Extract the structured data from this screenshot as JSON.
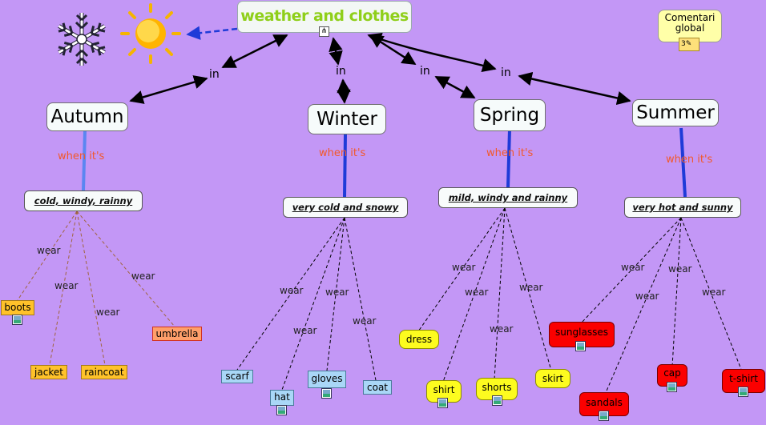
{
  "title": "weather and clothes",
  "comment": {
    "line1": "Comentari",
    "line2": "global",
    "count": "3"
  },
  "link_in": "in",
  "link_when": "when it's",
  "link_wear": "wear",
  "seasons": [
    {
      "name": "Autumn",
      "condition": "cold, windy, rainny"
    },
    {
      "name": "Winter",
      "condition": "very cold and snowy"
    },
    {
      "name": "Spring",
      "condition": "mild, windy and rainny"
    },
    {
      "name": "Summer",
      "condition": "very hot and sunny"
    }
  ],
  "clothes": {
    "boots": "boots",
    "jacket": "jacket",
    "raincoat": "raincoat",
    "umbrella": "umbrella",
    "scarf": "scarf",
    "hat": "hat",
    "gloves": "gloves",
    "coat": "coat",
    "dress": "dress",
    "shirt": "shirt",
    "shorts": "shorts",
    "skirt": "skirt",
    "sunglasses": "sunglasses",
    "sandals": "sandals",
    "cap": "cap",
    "tshirt": "t-shirt"
  },
  "colors": {
    "background": "#c397f6",
    "title": "#8fcf1a",
    "when": "#f2582a",
    "link_blue": "#1f3bd8"
  }
}
